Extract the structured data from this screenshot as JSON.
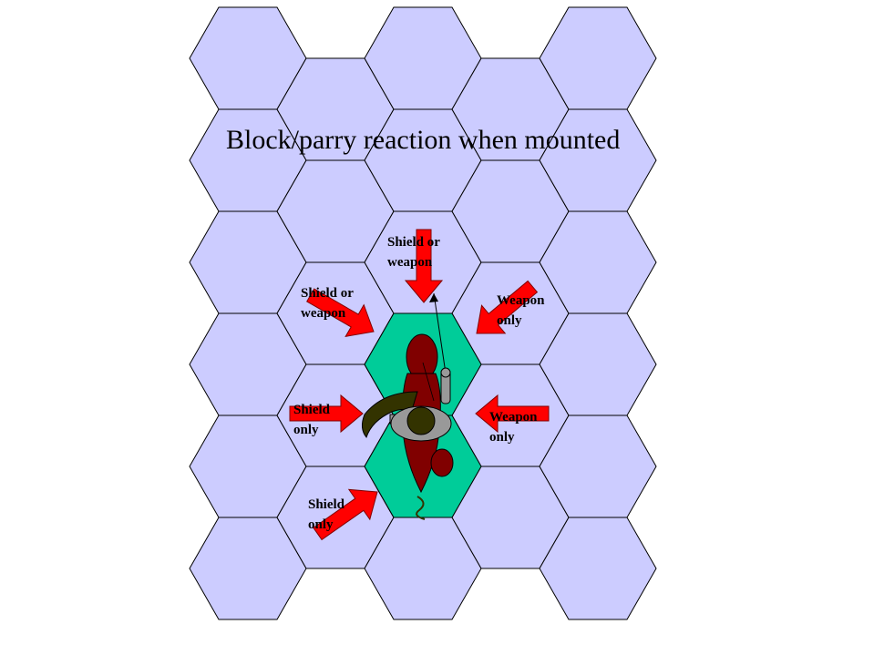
{
  "title": "Block/parry reaction when mounted",
  "colors": {
    "hex_fill": "#ccccff",
    "hex_stroke": "#000000",
    "occupied_fill": "#00cc99",
    "arrow_fill": "#ff0000",
    "horse_fill": "#800000",
    "shield_fill": "#333300",
    "rider_fill": "#999999"
  },
  "labels": {
    "front": "Shield or\nweapon",
    "front_left": "Shield or\nweapon",
    "front_right": "Weapon\nonly",
    "left": "Shield\nonly",
    "right": "Weapon\nonly",
    "rear_left": "Shield\nonly"
  },
  "icons": [
    "red-arrow-icon",
    "horse-icon",
    "rider-icon",
    "shield-icon",
    "lance-icon"
  ]
}
